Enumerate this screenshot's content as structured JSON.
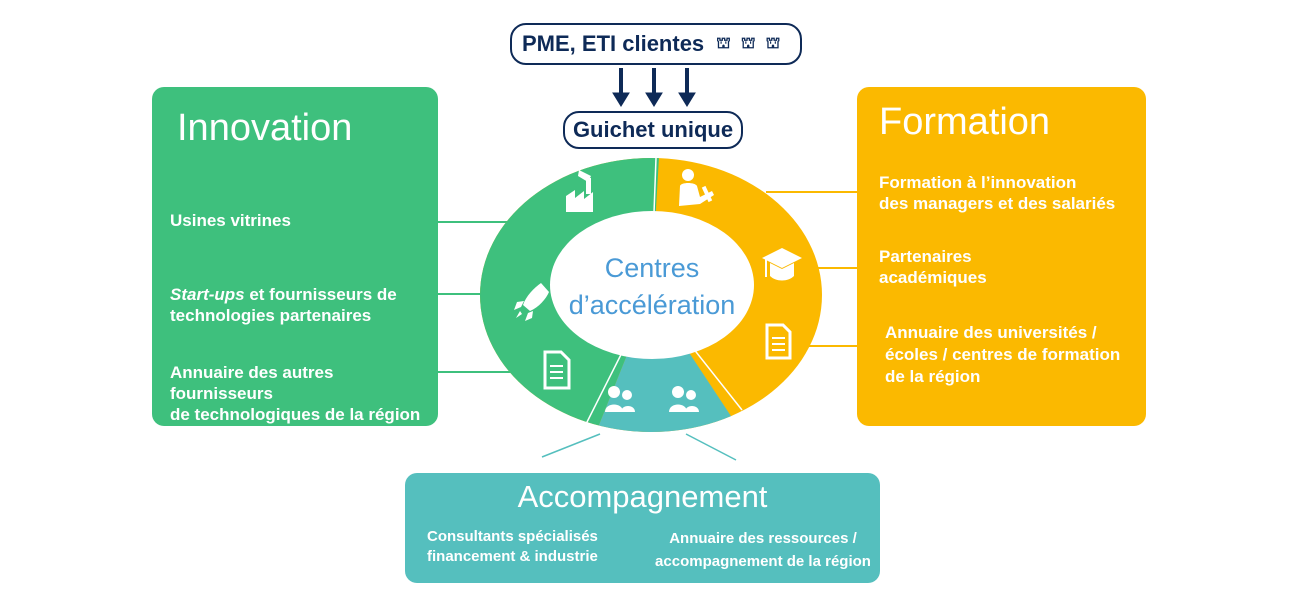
{
  "top": {
    "clients_label": "PME, ETI clientes",
    "guichet_label": "Guichet unique"
  },
  "center": {
    "line1": "Centres",
    "line2": "d’accélération"
  },
  "innovation": {
    "title": "Innovation",
    "item1": "Usines vitrines",
    "item2_italic": "Start-ups",
    "item2_rest": " et fournisseurs de",
    "item2_line2": "technologies partenaires",
    "item3_line1": "Annuaire des autres fournisseurs",
    "item3_line2": "de technologiques de la région"
  },
  "formation": {
    "title": "Formation",
    "item1_line1": "Formation à l’innovation",
    "item1_line2": "des managers et des salariés",
    "item2_line1": "Partenaires",
    "item2_line2": "académiques",
    "item3_line1": "Annuaire des universités /",
    "item3_line2": "écoles / centres de formation",
    "item3_line3": "de la région"
  },
  "accompagnement": {
    "title": "Accompagnement",
    "item1_line1": "Consultants spécialisés",
    "item1_line2": "financement & industrie",
    "item2_line1": "Annuaire des ressources /",
    "item2_line2": "accompagnement de la région"
  },
  "colors": {
    "green": "#3ec07d",
    "orange": "#fbb900",
    "teal": "#55bfbe",
    "navy": "#0e2a57",
    "blue_text": "#4a9ad6"
  }
}
